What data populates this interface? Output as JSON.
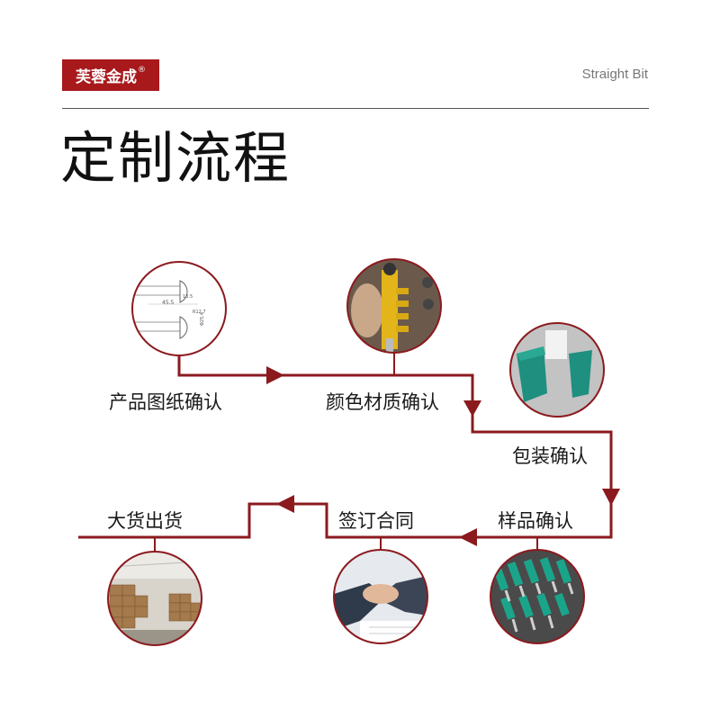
{
  "header": {
    "brand": "芙蓉金成",
    "registered_mark": "®",
    "product": "Straight Bit"
  },
  "title": "定制流程",
  "colors": {
    "brand_red": "#a8191c",
    "flow_line": "#8b1a1f",
    "rule": "#555555"
  },
  "steps": [
    {
      "label": "产品图纸确认",
      "icon": "drawing-icon"
    },
    {
      "label": "颜色材质确认",
      "icon": "colored-bit-icon"
    },
    {
      "label": "包装确认",
      "icon": "package-box-icon"
    },
    {
      "label": "样品确认",
      "icon": "sample-bits-icon"
    },
    {
      "label": "签订合同",
      "icon": "handshake-icon"
    },
    {
      "label": "大货出货",
      "icon": "warehouse-icon"
    }
  ],
  "drawing_dims": [
    "45.5",
    "13.5",
    "R12.7",
    "Φ25.4"
  ]
}
